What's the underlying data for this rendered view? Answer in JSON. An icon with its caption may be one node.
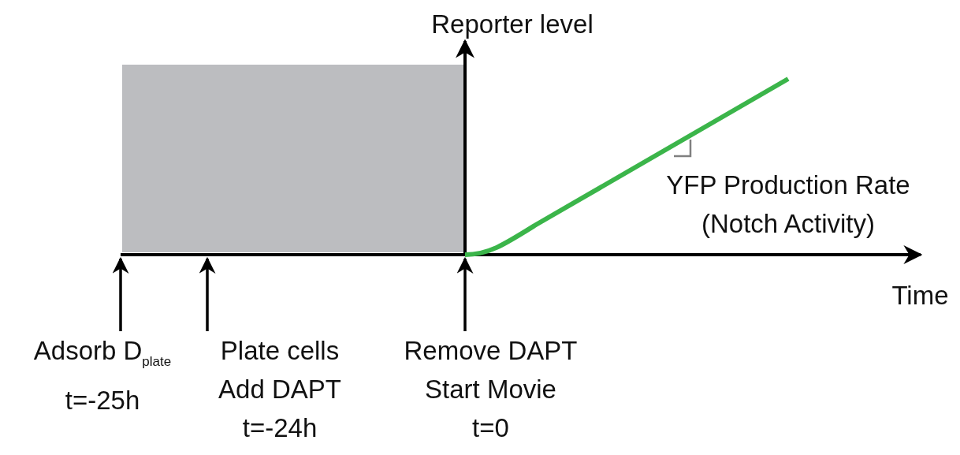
{
  "diagram": {
    "nodes": [
      {
        "text": [
          "Adsorb D$_{plate}$",
          "t=-25h"
        ]
      },
      {
        "text": [
          "Plate cells",
          "Add DAPT",
          "t=-24h"
        ]
      },
      {
        "text": [
          "Remove DAPT",
          "Start Movie",
          "t=0"
        ]
      },
      {
        "text": [],
        "shape": "box"
      }
    ],
    "edges": [
      {
        "from": 0,
        "to": 3,
        "arrow": "to"
      },
      {
        "from": 1,
        "to": 3,
        "arrow": "to"
      },
      {
        "from": 2,
        "to": 3,
        "arrow": "to"
      }
    ],
    "labels": [
      "Reporter level",
      "Time",
      "YFP Production Rate (Notch Activity)"
    ]
  }
}
